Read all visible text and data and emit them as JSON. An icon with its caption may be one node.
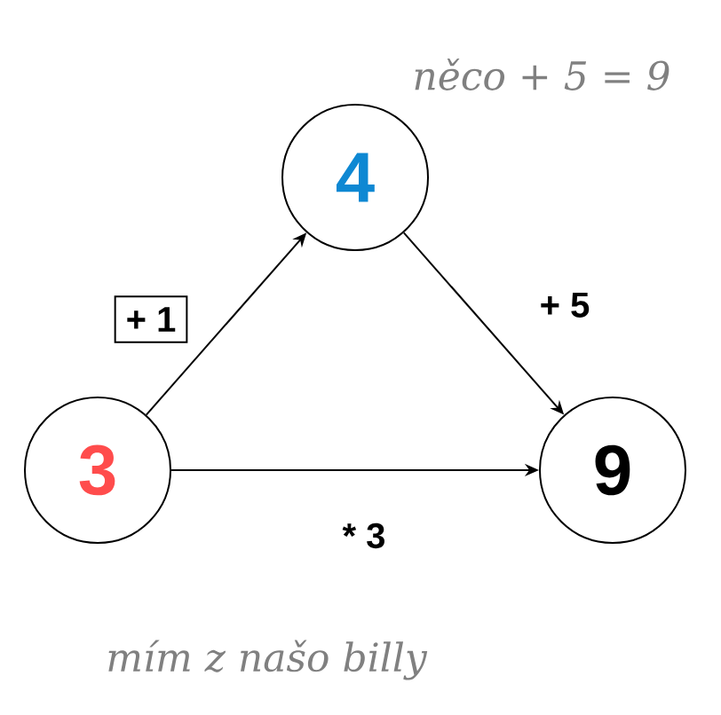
{
  "diagram": {
    "nodes": [
      {
        "text": [
          "3"
        ]
      },
      {
        "text": [
          "4"
        ]
      },
      {
        "text": [
          "9"
        ]
      }
    ],
    "edges": [
      {
        "from": 0,
        "to": 1,
        "arrow": "to",
        "label": "+ 1"
      },
      {
        "from": 1,
        "to": 2,
        "arrow": "to",
        "label": "+ 5"
      },
      {
        "from": 0,
        "to": 2,
        "arrow": "to",
        "label": "* 3"
      }
    ],
    "labels": [
      "něco + 5 = 9",
      "mím z našo billy"
    ]
  }
}
